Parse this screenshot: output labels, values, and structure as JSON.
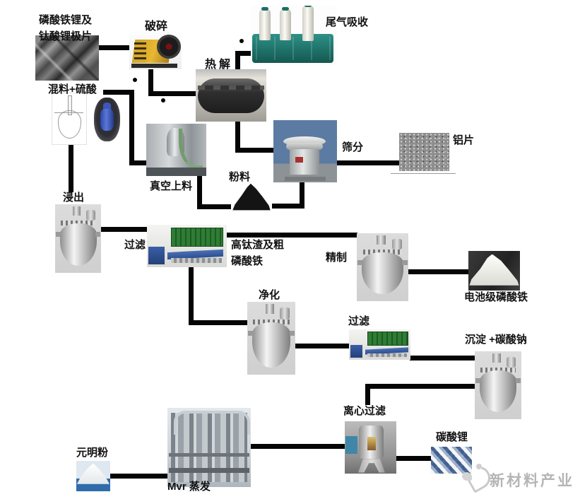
{
  "diagram": {
    "stages": {
      "raw_material_line1": "磷酸铁锂及",
      "raw_material_line2": "钛酸锂极片",
      "crushing": "破碎",
      "tail_gas_absorption": "尾气吸收",
      "pyrolysis": "热解",
      "mixing_sulfuric_acid": "混料+硫酸",
      "vacuum_feeding": "真空上料",
      "powder": "粉料",
      "screening": "筛分",
      "aluminum_flakes": "铝片",
      "leaching": "浸出",
      "filtration_1": "过滤",
      "ti_slag_line1": "高钛渣及粗",
      "ti_slag_line2": "磷酸铁",
      "refining": "精制",
      "battery_grade_fepo4": "电池级磷酸铁",
      "purification": "净化",
      "filtration_2": "过滤",
      "precipitation_soda": "沉淀 +碳酸钠",
      "centrifugal_filtration": "离心过滤",
      "lithium_carbonate": "碳酸锂",
      "sodium_sulfate": "元明粉",
      "mvr_evaporation": "Mvr 蒸发"
    },
    "watermark": "新材料产业",
    "colors": {
      "connector_line": "#050505",
      "crusher_yellow": "#e8b832",
      "absorber_teal": "#1d6f66",
      "filter_press_green": "#2f7d35",
      "watermark_gray": "#b5b5b5"
    }
  }
}
